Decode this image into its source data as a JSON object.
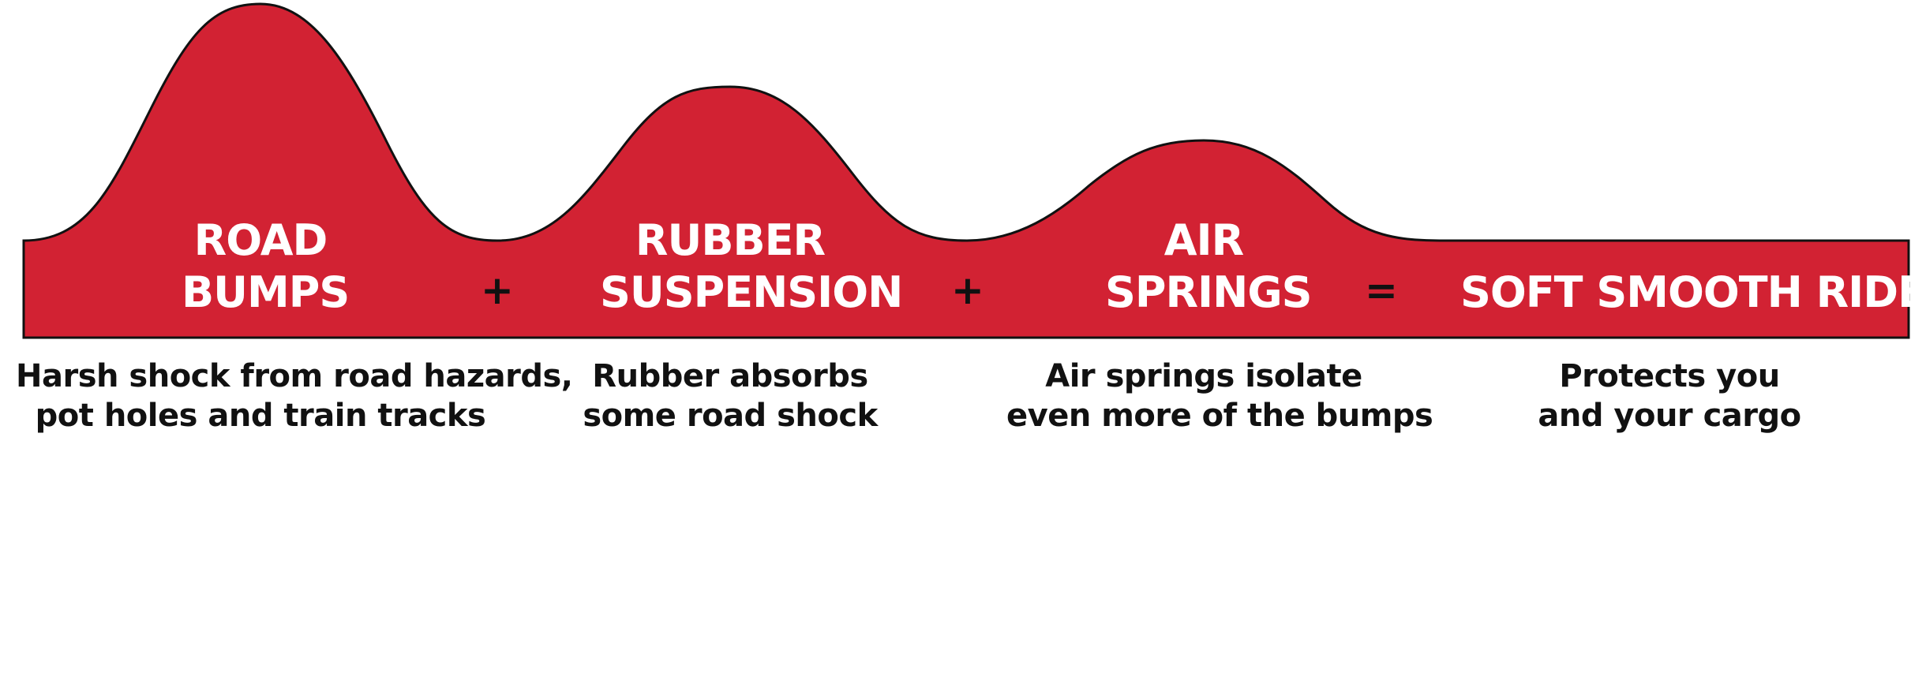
{
  "colors": {
    "fill": "#d22233",
    "stroke": "#111111",
    "label": "#ffffff",
    "text": "#111111"
  },
  "stages": [
    {
      "title_lines": [
        "ROAD",
        "BUMPS"
      ],
      "desc_lines": [
        "Harsh shock from road hazards,",
        "pot holes and train tracks"
      ]
    },
    {
      "title_lines": [
        "RUBBER",
        "SUSPENSION"
      ],
      "desc_lines": [
        "Rubber absorbs",
        "some road shock"
      ]
    },
    {
      "title_lines": [
        "AIR",
        "SPRINGS"
      ],
      "desc_lines": [
        "Air springs isolate",
        "even more of the bumps"
      ]
    },
    {
      "title_lines": [
        "SOFT SMOOTH RIDE"
      ],
      "desc_lines": [
        "Protects you",
        "and your cargo"
      ]
    }
  ],
  "operators": [
    "+",
    "+",
    "="
  ]
}
